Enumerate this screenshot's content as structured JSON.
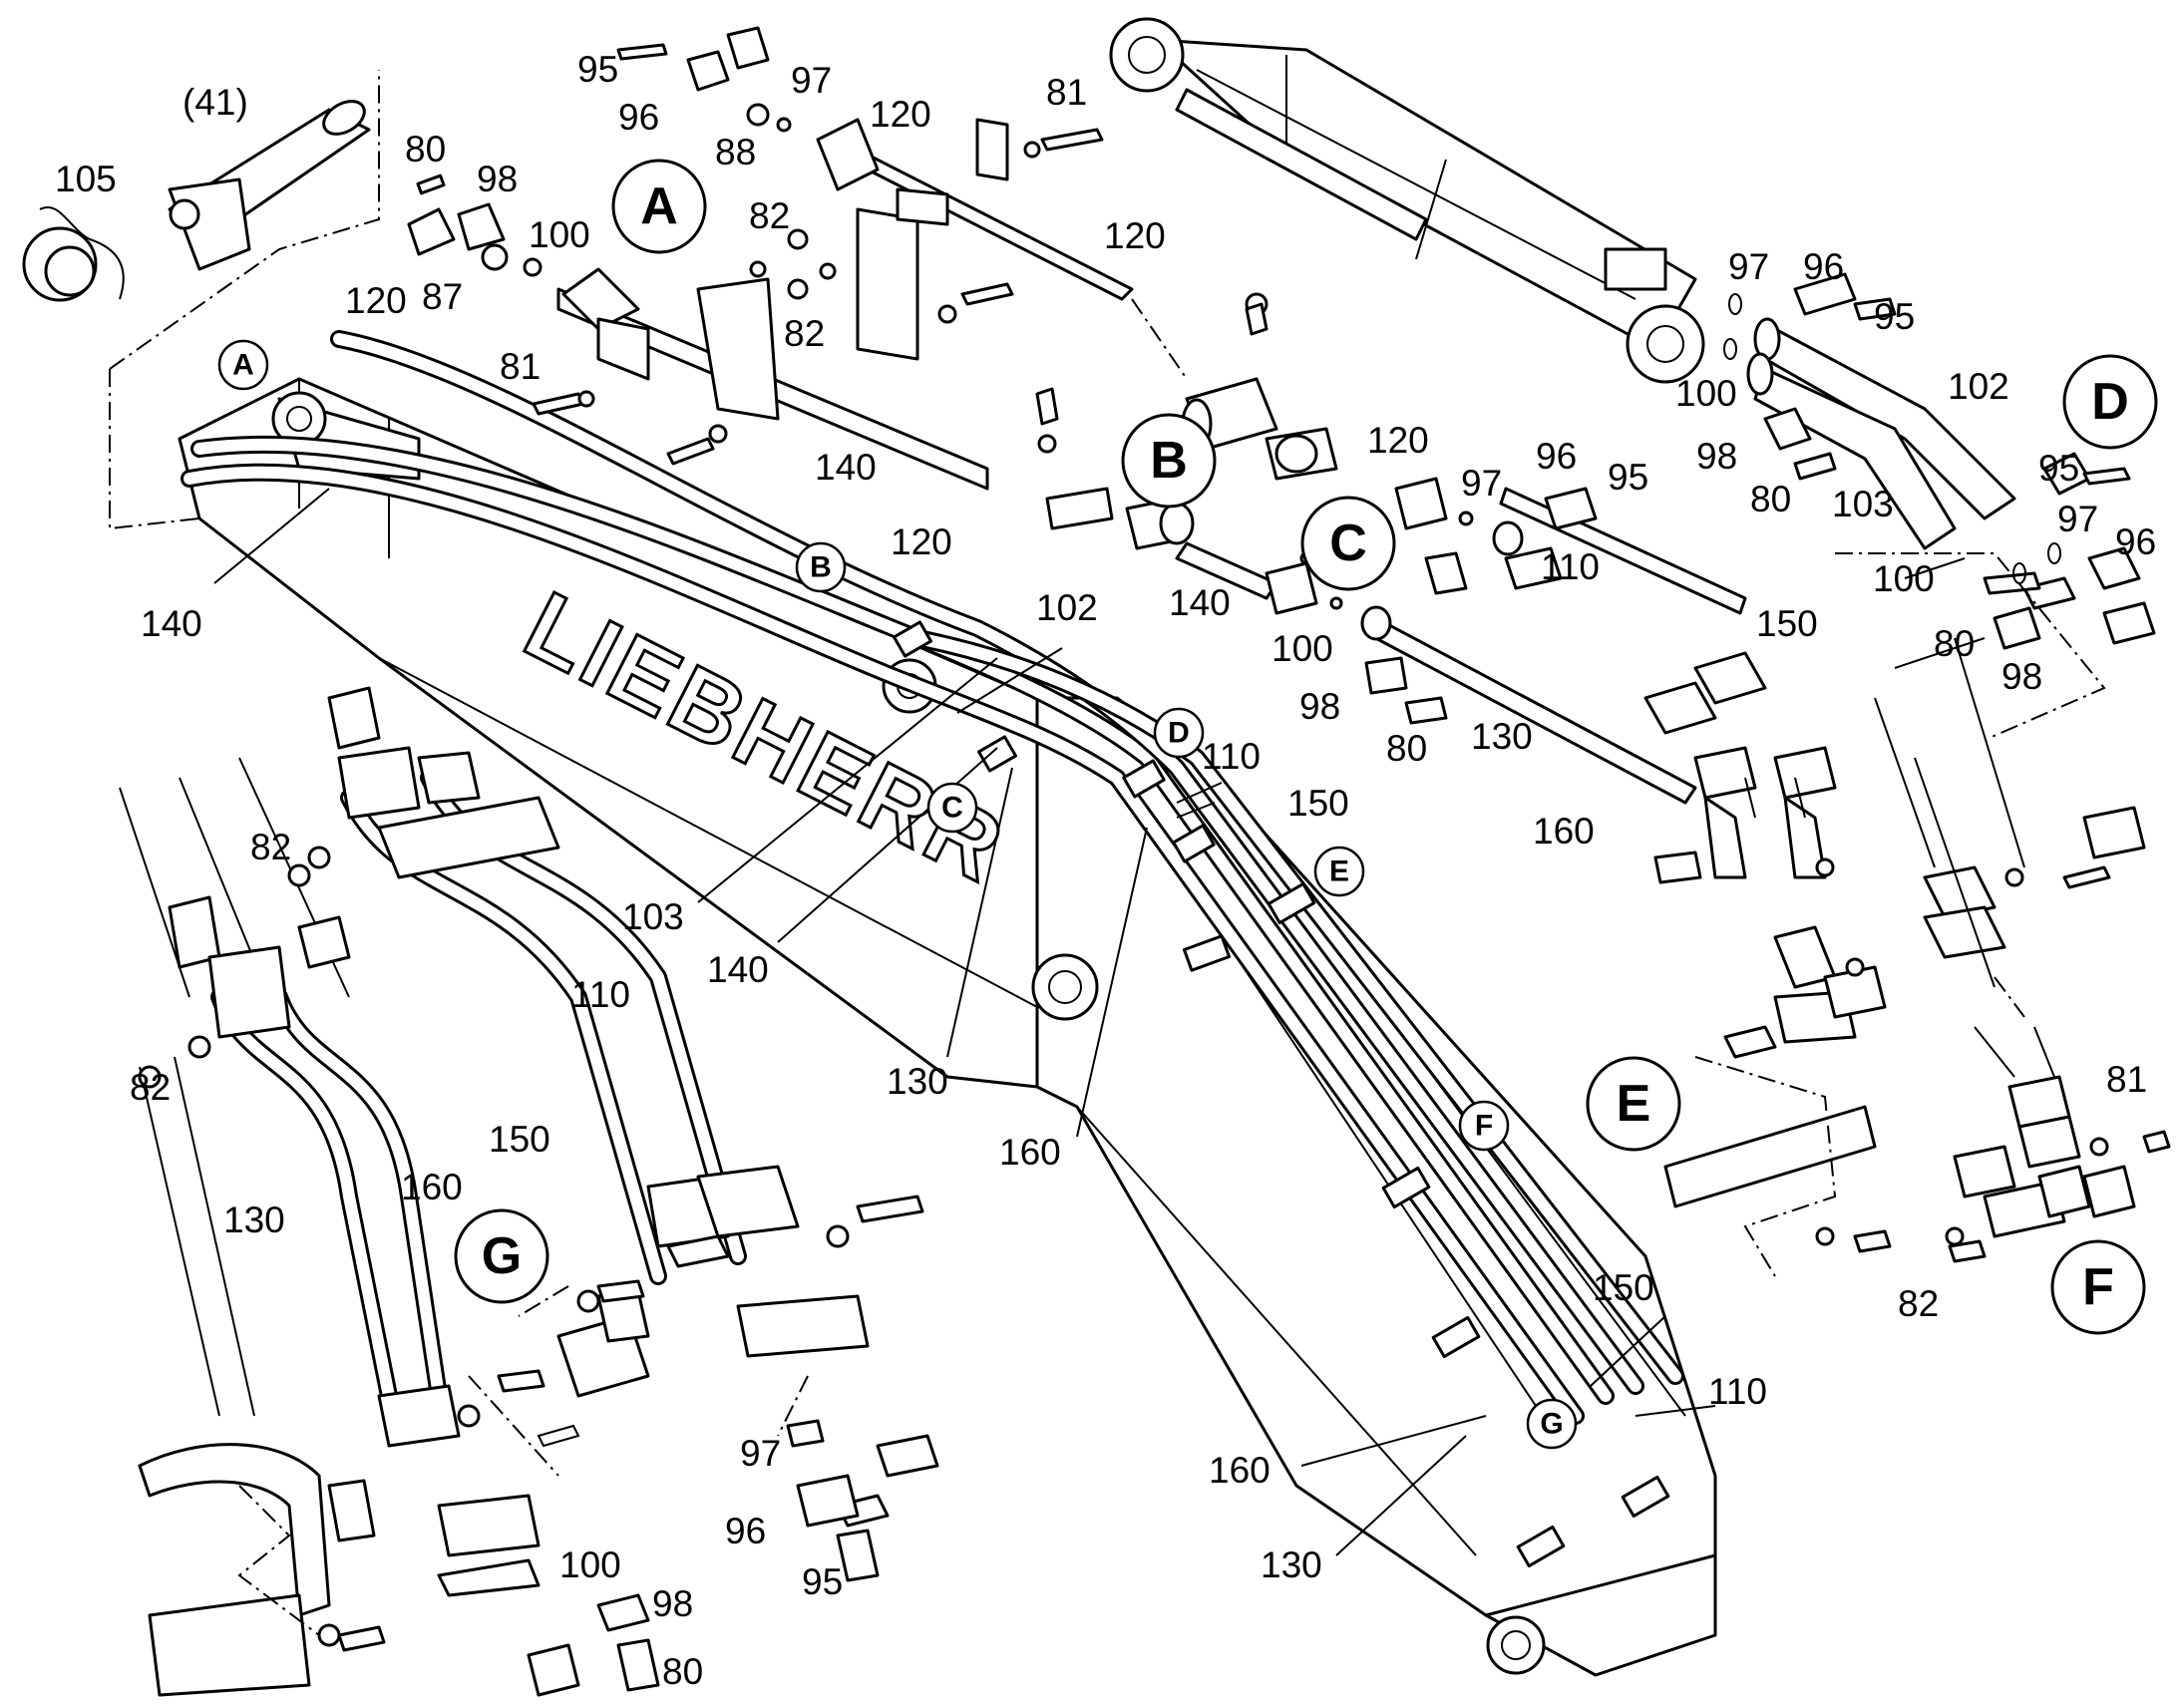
{
  "brand": "LIEBHERR",
  "section_markers": {
    "A": "A",
    "B": "B",
    "C": "C",
    "D": "D",
    "E": "E",
    "F": "F",
    "G": "G"
  },
  "callout_markers": {
    "A": "A",
    "B": "B",
    "C": "C",
    "D": "D",
    "E": "E",
    "F": "F",
    "G": "G"
  },
  "part_labels": {
    "p41": "(41)",
    "p105": "105",
    "p80a": "80",
    "p98a": "98",
    "p87": "87",
    "p100a": "100",
    "p95a": "95",
    "p96a": "96",
    "p97a": "97",
    "p88": "88",
    "p120a": "120",
    "p81a": "81",
    "p120b": "120",
    "p82a": "82",
    "p82b": "82",
    "p120c": "120",
    "p81b": "81",
    "p140a": "140",
    "p140b": "140",
    "p97b": "97",
    "p96b": "96",
    "p95b": "95",
    "p100b": "100",
    "p102a": "102",
    "p98b": "98",
    "p80b": "80",
    "p103a": "103",
    "p95c": "95",
    "p97c": "97",
    "p96c": "96",
    "p100c": "100",
    "p80c": "80",
    "p98c": "98",
    "p120d": "120",
    "p97d": "97",
    "p96d": "96",
    "p95d": "95",
    "p110a": "110",
    "p140c": "140",
    "p100d": "100",
    "p98d": "98",
    "p80d": "80",
    "p130a": "130",
    "p120e": "120",
    "p102b": "102",
    "p110b": "110",
    "p150a": "150",
    "p103b": "103",
    "p140d": "140",
    "p130b": "130",
    "p160a": "160",
    "p150b": "150",
    "p160b": "160",
    "p82c": "82",
    "p82d": "82",
    "p110c": "110",
    "p150c": "150",
    "p160c": "160",
    "p130c": "130",
    "p97e": "97",
    "p96e": "96",
    "p95e": "95",
    "p100e": "100",
    "p98e": "98",
    "p80e": "80",
    "p81c": "81",
    "p82e": "82",
    "p150d": "150",
    "p110d": "110",
    "p160d": "160",
    "p130d": "130"
  }
}
